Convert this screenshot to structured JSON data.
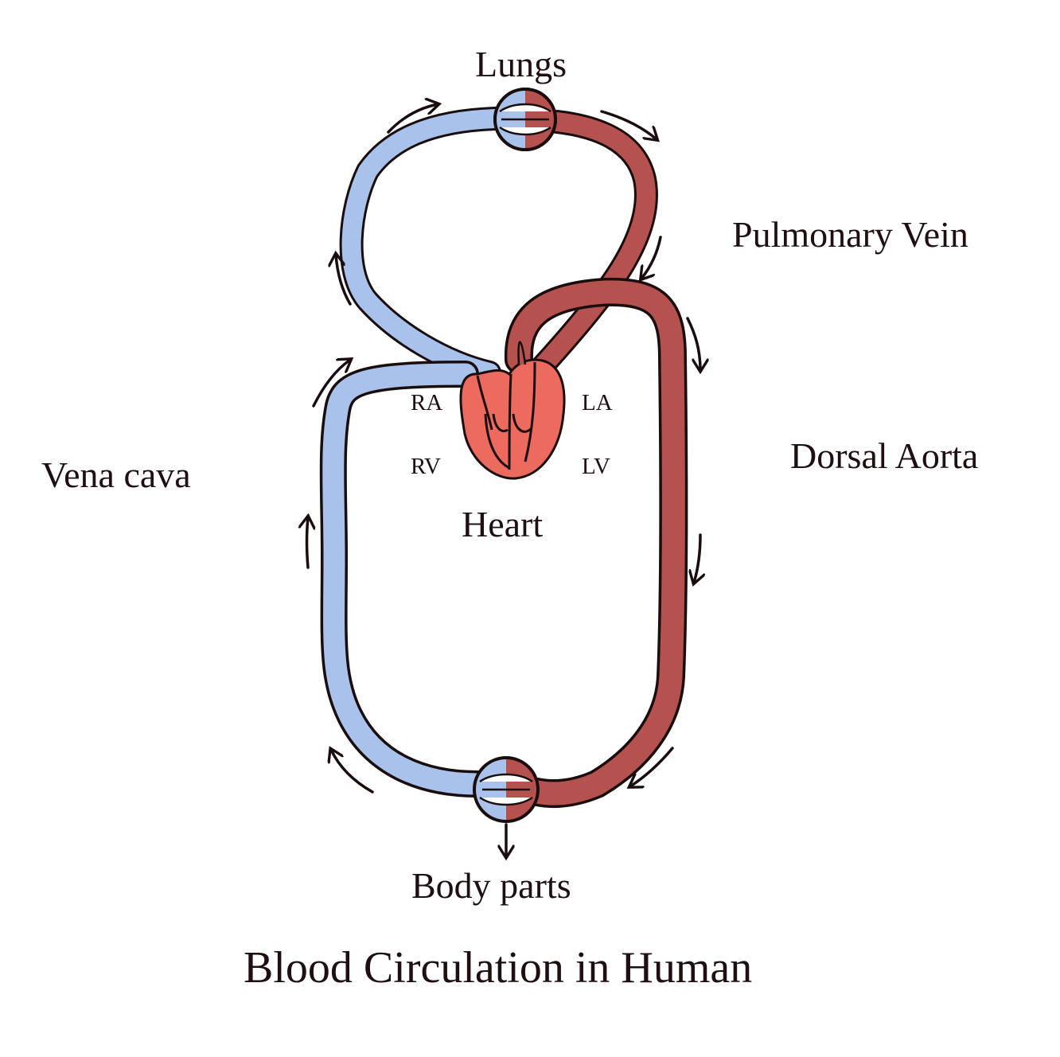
{
  "labels": {
    "lungs": "Lungs",
    "pulmonary_vein": "Pulmonary Vein",
    "dorsal_aorta": "Dorsal Aorta",
    "vena_cava": "Vena cava",
    "heart": "Heart",
    "body_parts": "Body parts",
    "right_atrium": "RA",
    "left_atrium": "LA",
    "right_ventricle": "RV",
    "left_ventricle": "LV"
  },
  "title": "Blood Circulation in Human",
  "colors": {
    "deoxygenated": "#a9c2ec",
    "oxygenated": "#b5524f",
    "heart": "#ec6a5e",
    "outline": "#1a0d0d",
    "background": "#ffffff"
  }
}
